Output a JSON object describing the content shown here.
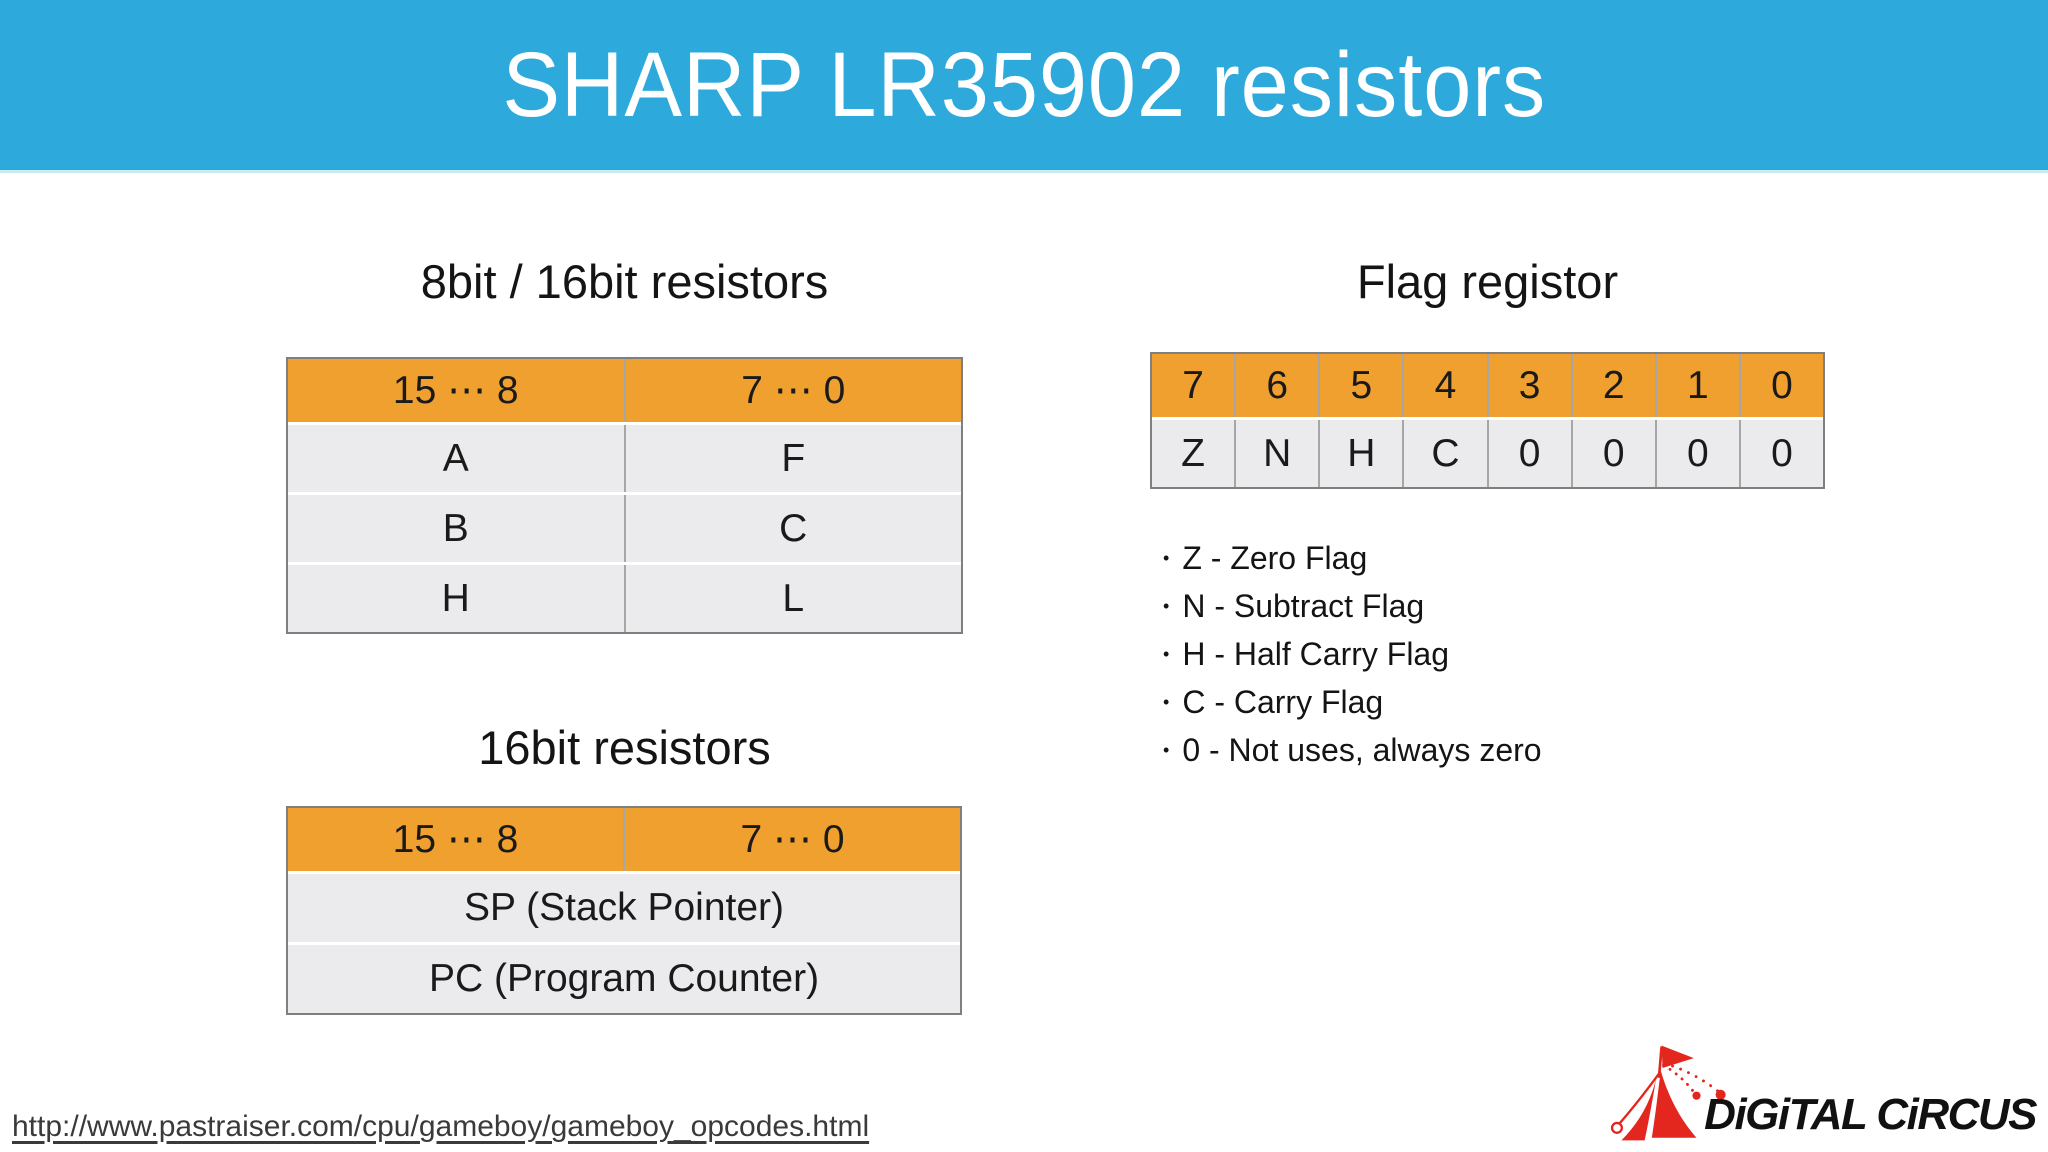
{
  "banner": {
    "title": "SHARP LR35902 resistors"
  },
  "sections": {
    "reg8": {
      "title": "8bit / 16bit resistors",
      "header": [
        "15 ⋯ 8",
        "7 ⋯ 0"
      ],
      "rows": [
        [
          "A",
          "F"
        ],
        [
          "B",
          "C"
        ],
        [
          "H",
          "L"
        ]
      ]
    },
    "reg16": {
      "title": "16bit resistors",
      "header": [
        "15 ⋯ 8",
        "7 ⋯ 0"
      ],
      "rows": [
        "SP (Stack Pointer)",
        "PC (Program Counter)"
      ]
    },
    "flags": {
      "title": "Flag registor",
      "header": [
        "7",
        "6",
        "5",
        "4",
        "3",
        "2",
        "1",
        "0"
      ],
      "row": [
        "Z",
        "N",
        "H",
        "C",
        "0",
        "0",
        "0",
        "0"
      ],
      "notes": [
        "Z - Zero Flag",
        "N - Subtract Flag",
        "H - Half Carry Flag",
        "C - Carry Flag",
        "0 - Not uses, always zero"
      ]
    }
  },
  "footer": {
    "source_url": "http://www.pastraiser.com/cpu/gameboy/gameboy_opcodes.html",
    "logo_text": "DiGiTAL CiRCUS"
  },
  "colors": {
    "banner_blue": "#2EA9DB",
    "accent_orange": "#F0A02F",
    "cell_gray": "#EBEBED",
    "logo_red": "#E3261E"
  }
}
